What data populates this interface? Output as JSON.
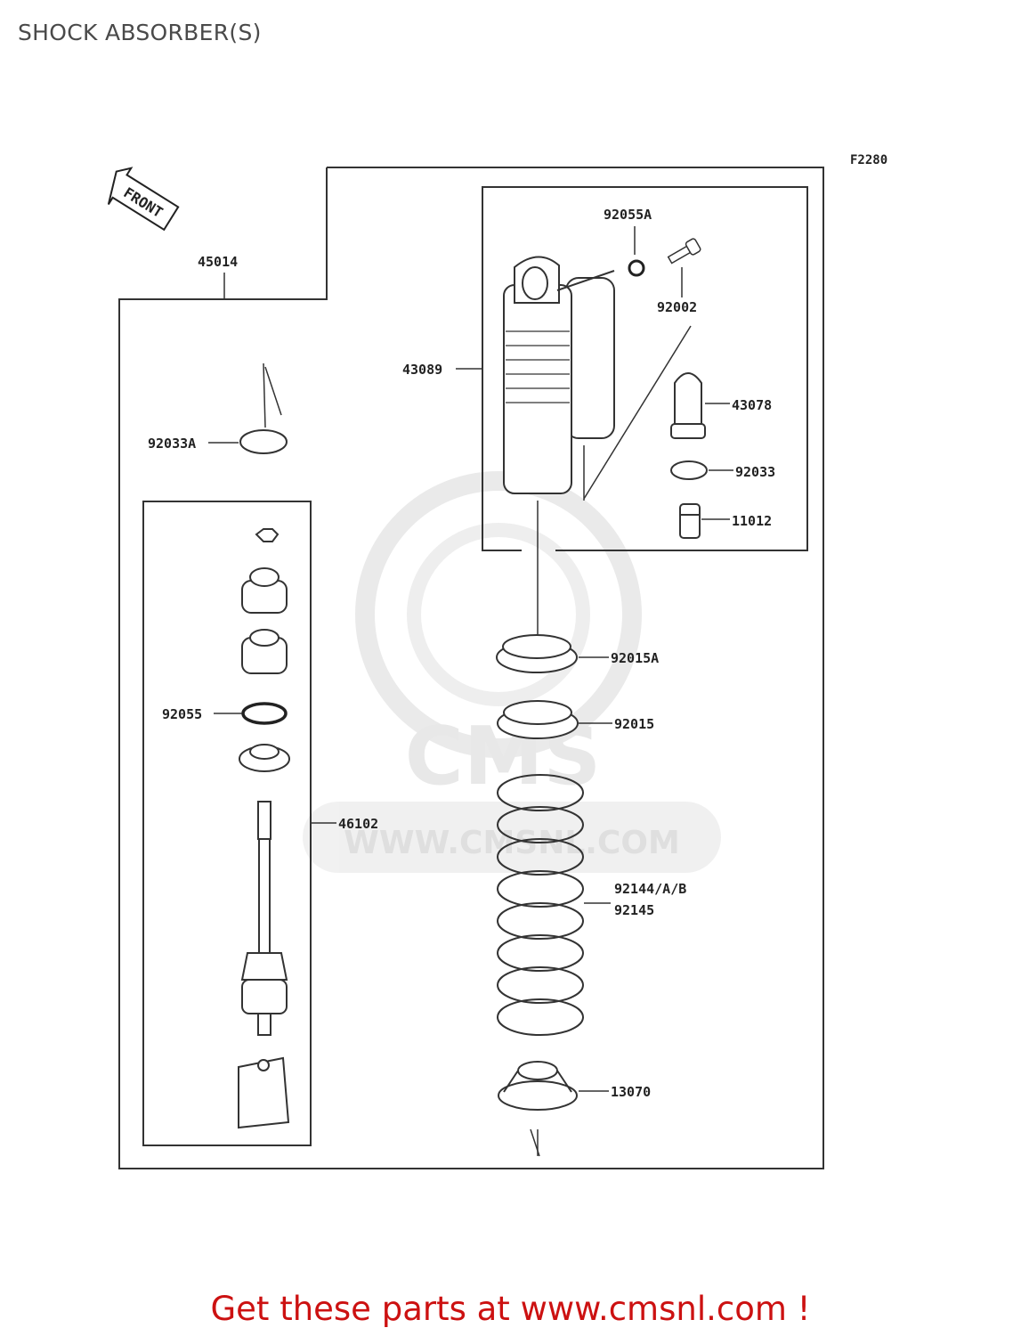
{
  "header": {
    "title": "SHOCK ABSORBER(S)"
  },
  "diagram": {
    "figure_code": "F2280",
    "front_label": "FRONT",
    "watermark": {
      "brand": "CMS",
      "url": "WWW.CMSNL.COM"
    },
    "parts": {
      "p45014": "45014",
      "p92055A": "92055A",
      "p92002": "92002",
      "p43089": "43089",
      "p43078": "43078",
      "p92033A": "92033A",
      "p92033": "92033",
      "p11012": "11012",
      "p92015A": "92015A",
      "p92055": "92055",
      "p92015": "92015",
      "p46102": "46102",
      "p92144": "92144/A/B",
      "p92145": "92145",
      "p13070": "13070"
    }
  },
  "footer": {
    "cta": "Get these parts at www.cmsnl.com !"
  }
}
